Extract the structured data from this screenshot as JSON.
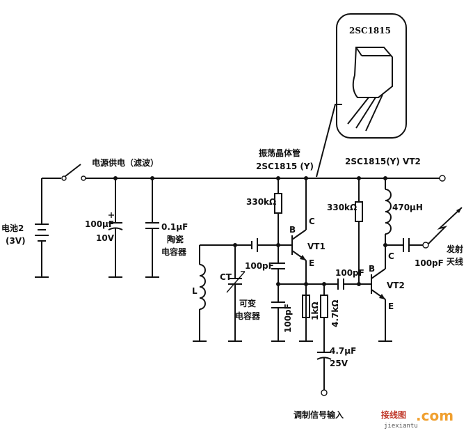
{
  "labels": {
    "battery": "电池2",
    "battery_voltage": "(3V)",
    "power_supply": "电源供电（滤波）",
    "osc_transistor": "振荡晶体管",
    "osc_model": "2SC1815 (Y)",
    "vt2_model": "2SC1815(Y) VT2",
    "package_model": "2SC1815",
    "c_electrolytic": "100μF",
    "c_electrolytic_v": "10V",
    "c_ceramic": "0.1μF",
    "ceramic_name": "陶瓷",
    "ceramic_name2": "电容器",
    "r_bias1": "330kΩ",
    "r_bias2": "330kΩ",
    "inductor_out": "470μH",
    "c_feedback": "100pF",
    "c_emitter": "100pF",
    "c_couple": "100pF",
    "c_output": "100pF",
    "r_emitter": "1kΩ",
    "r_base": "4.7kΩ",
    "c_input": "4.7μF",
    "c_input_v": "25V",
    "inductor_l": "L",
    "var_cap": "CT",
    "var_cap_name": "可变",
    "var_cap_name2": "电容器",
    "mod_input": "调制信号输入",
    "antenna": "发射",
    "antenna2": "天线",
    "pin_b1": "B",
    "pin_c1": "C",
    "pin_e1": "E",
    "vt1": "VT1",
    "pin_b2": "B",
    "pin_c2": "C",
    "pin_e2": "E",
    "vt2": "VT2"
  },
  "watermark": {
    "site_cn": "接线图",
    "site_url": "jiexiantu",
    "site_com": ".com"
  }
}
